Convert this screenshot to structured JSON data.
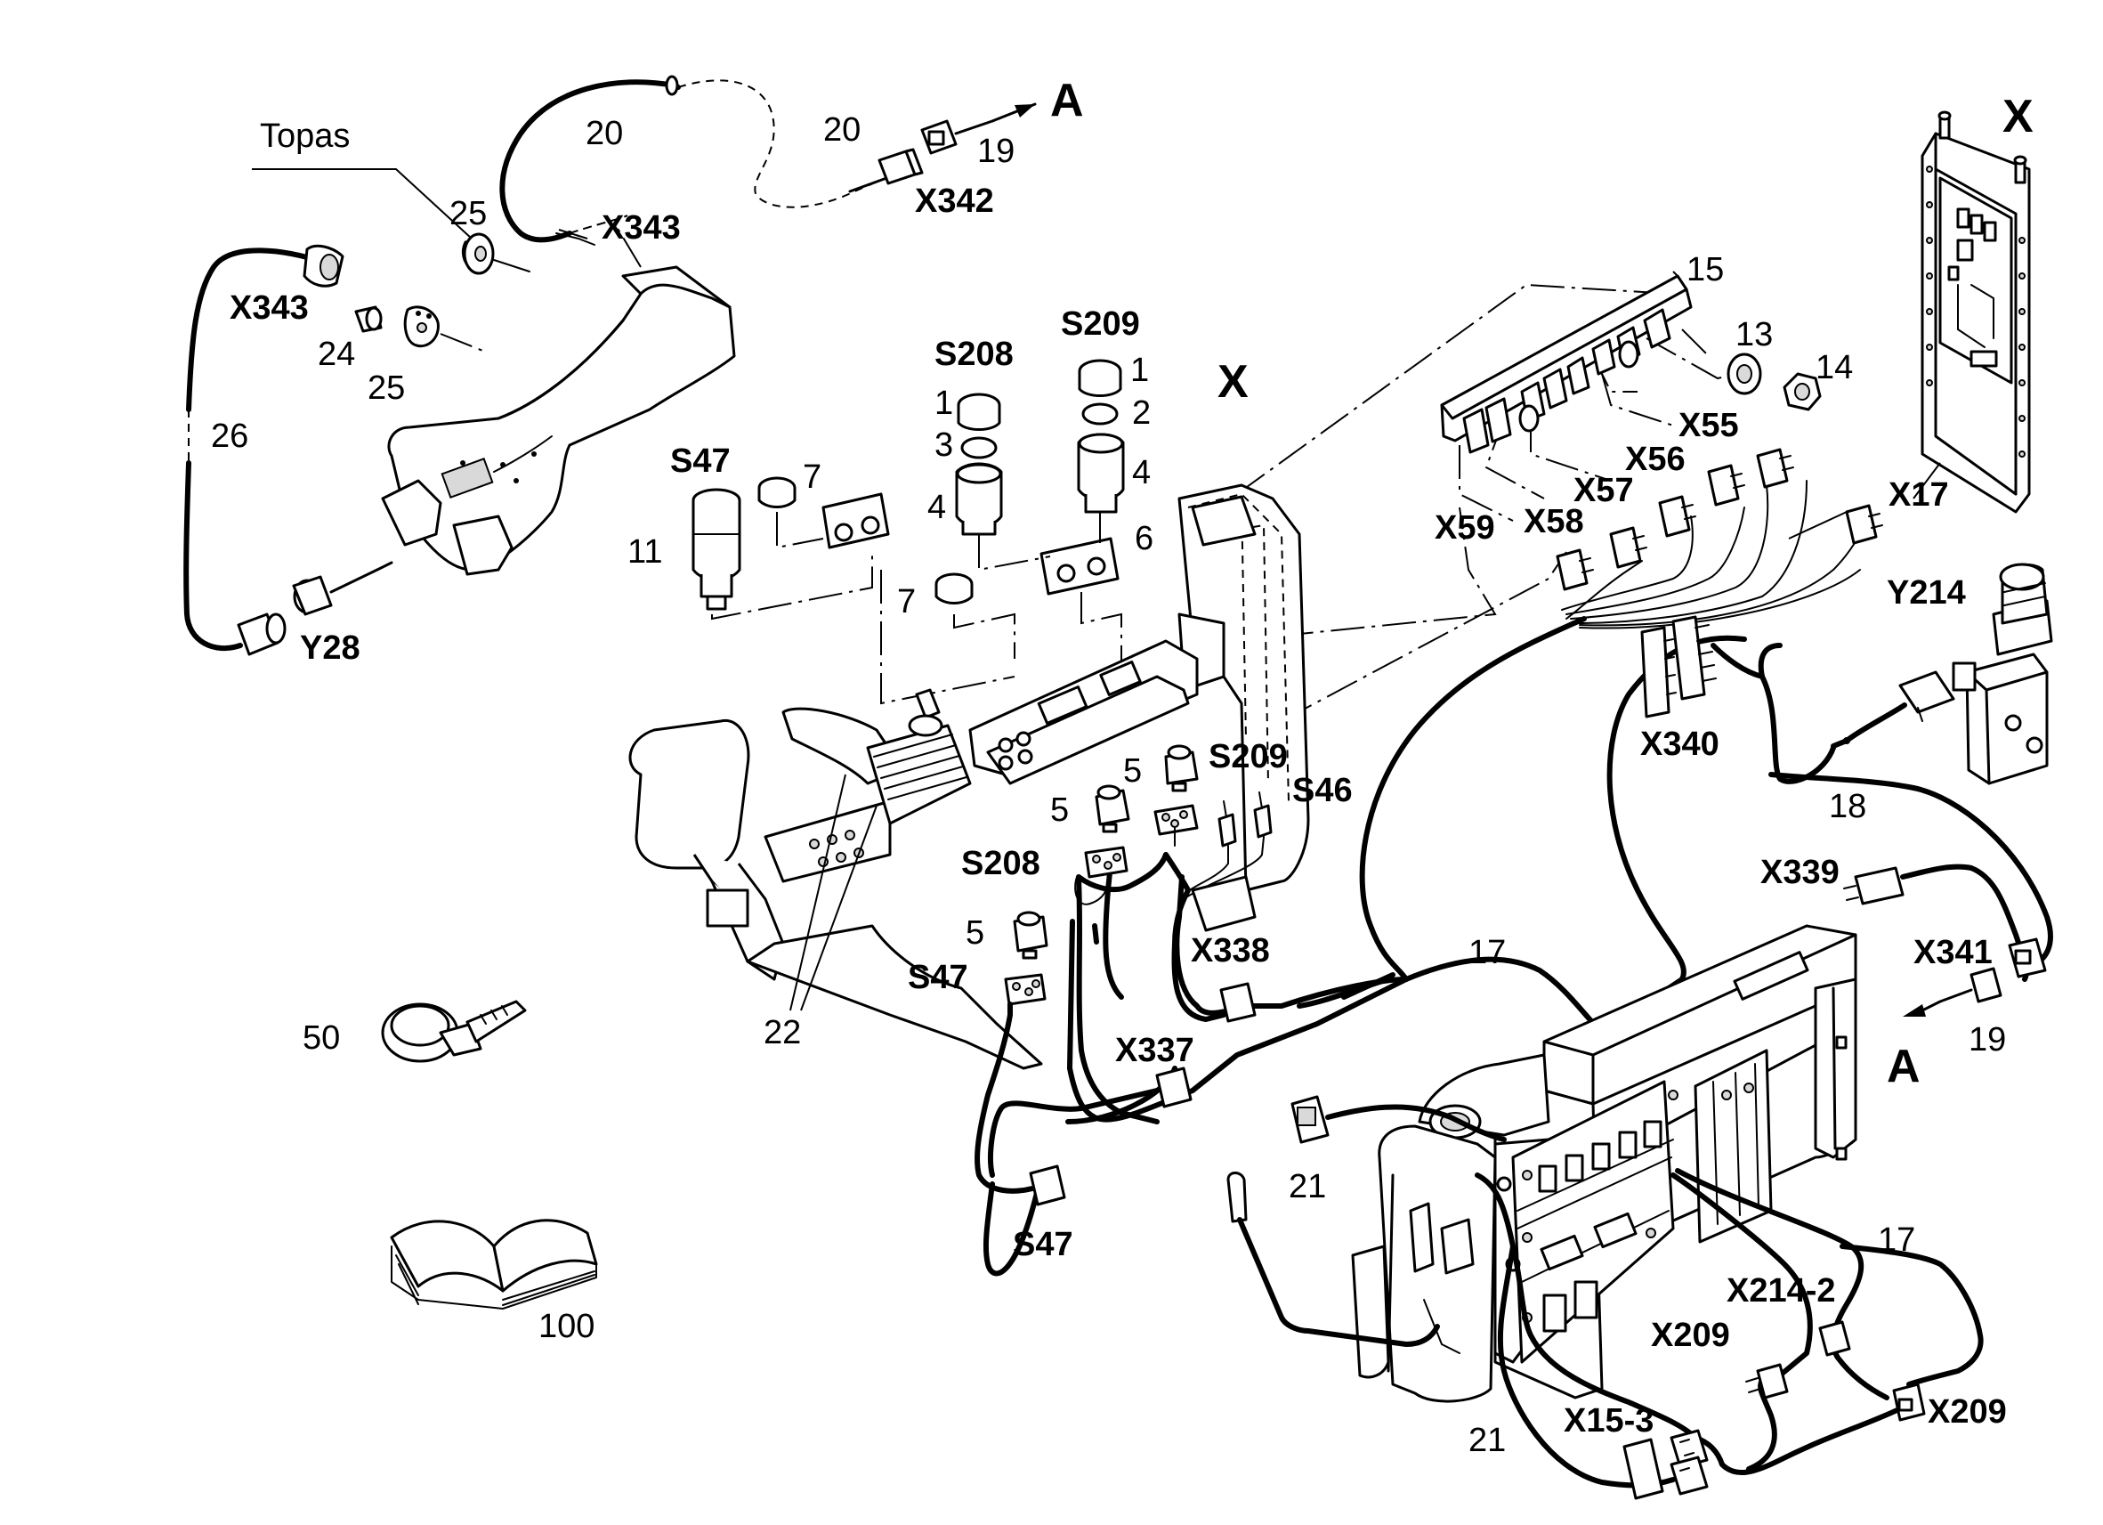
{
  "diagram": {
    "labels": {
      "topas": "Topas",
      "l20a": "20",
      "l20b": "20",
      "l19a": "19",
      "l19b": "19",
      "la_top": "A",
      "la_bottom": "A",
      "x342": "X342",
      "x343a": "X343",
      "x343b": "X343",
      "l25a": "25",
      "l25b": "25",
      "l24": "24",
      "l26": "26",
      "y28": "Y28",
      "s208_top": "S208",
      "s209_top": "S209",
      "l1a": "1",
      "l1b": "1",
      "l2": "2",
      "l3": "3",
      "l4a": "4",
      "l4b": "4",
      "l6": "6",
      "l7a": "7",
      "l7b": "7",
      "s47_top": "S47",
      "l11": "11",
      "x_mid": "X",
      "x_right": "X",
      "l15": "15",
      "l13": "13",
      "l14": "14",
      "x55": "X55",
      "x56": "X56",
      "x57": "X57",
      "x58": "X58",
      "x59": "X59",
      "x17": "X17",
      "y214": "Y214",
      "x340": "X340",
      "l18": "18",
      "x339": "X339",
      "x341": "X341",
      "l17a": "17",
      "l17b": "17",
      "l5a": "5",
      "l5b": "5",
      "l5c": "5",
      "s209_mid": "S209",
      "s46": "S46",
      "s208_mid": "S208",
      "s47_mid": "S47",
      "x338": "X338",
      "x337": "X337",
      "s47_bottom": "S47",
      "l22": "22",
      "l50": "50",
      "l100": "100",
      "l21a": "21",
      "l21b": "21",
      "x214_2": "X214-2",
      "x209a": "X209",
      "x209b": "X209",
      "x15_3": "X15-3"
    }
  }
}
